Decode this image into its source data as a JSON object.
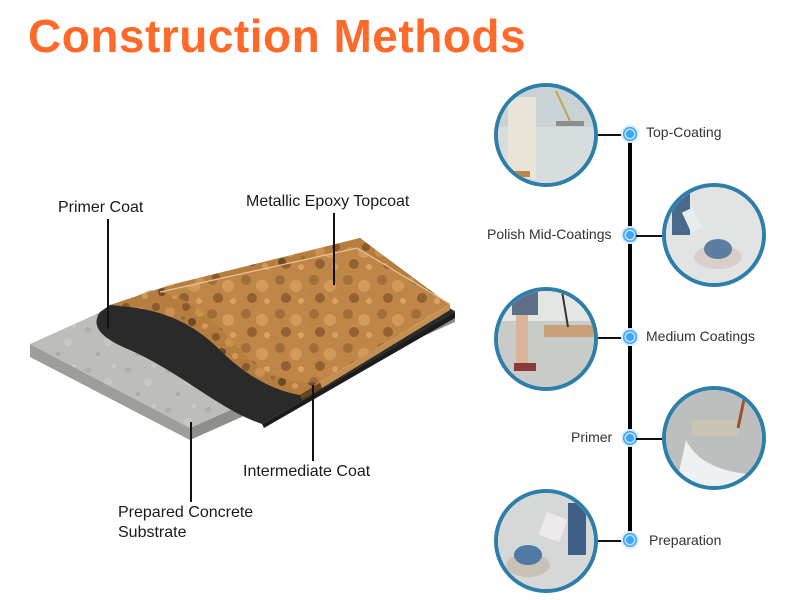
{
  "title": "Construction Methods",
  "colors": {
    "title": "#ff6a2b",
    "circle_border": "#2e7eaa",
    "timeline": "#000000",
    "node": "#3aa6ff",
    "concrete": "#b9b9b6",
    "primer": "#2b2b2b",
    "epoxy": "#b07a3c"
  },
  "diagram": {
    "labels": {
      "primer_coat": "Primer Coat",
      "metallic_topcoat": "Metallic Epoxy Topcoat",
      "intermediate_coat": "Intermediate Coat",
      "concrete_line1": "Prepared Concrete",
      "concrete_line2": "Substrate"
    }
  },
  "timeline": {
    "steps": [
      {
        "label": "Top-Coating",
        "photo": "worker-squeegee-photo",
        "side": "left"
      },
      {
        "label": "Polish Mid-Coatings",
        "photo": "floor-polisher-photo",
        "side": "right"
      },
      {
        "label": "Medium Coatings",
        "photo": "worker-spreading-photo",
        "side": "left"
      },
      {
        "label": "Primer",
        "photo": "paint-roller-photo",
        "side": "right"
      },
      {
        "label": "Preparation",
        "photo": "floor-grinder-photo",
        "side": "left"
      }
    ]
  }
}
